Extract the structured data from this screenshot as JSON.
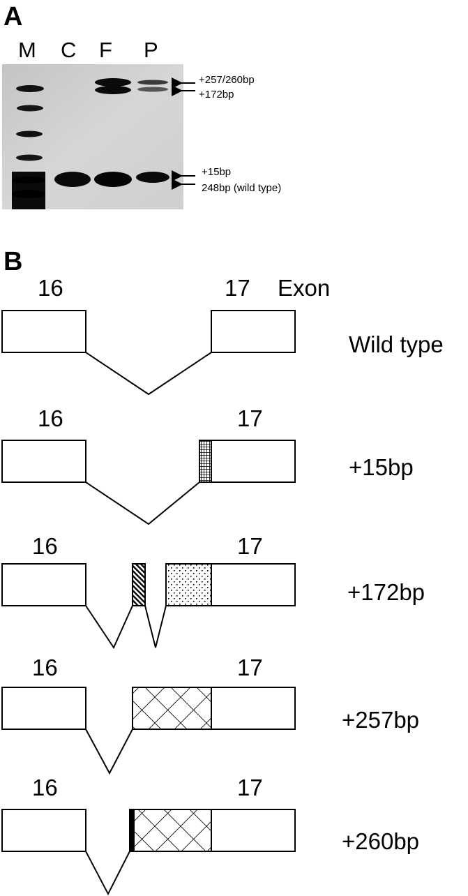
{
  "panel_a": {
    "label": "A",
    "lanes": [
      "M",
      "C",
      "F",
      "P"
    ],
    "band_labels": [
      "+257/260bp",
      "+172bp",
      "+15bp",
      "248bp (wild type)"
    ]
  },
  "panel_b": {
    "label": "B",
    "exon_header": "Exon",
    "rows": [
      {
        "exon_left": "16",
        "exon_right": "17",
        "name": "Wild type"
      },
      {
        "exon_left": "16",
        "exon_right": "17",
        "name": "+15bp"
      },
      {
        "exon_left": "16",
        "exon_right": "17",
        "name": "+172bp"
      },
      {
        "exon_left": "16",
        "exon_right": "17",
        "name": "+257bp"
      },
      {
        "exon_left": "16",
        "exon_right": "17",
        "name": "+260bp"
      }
    ]
  }
}
